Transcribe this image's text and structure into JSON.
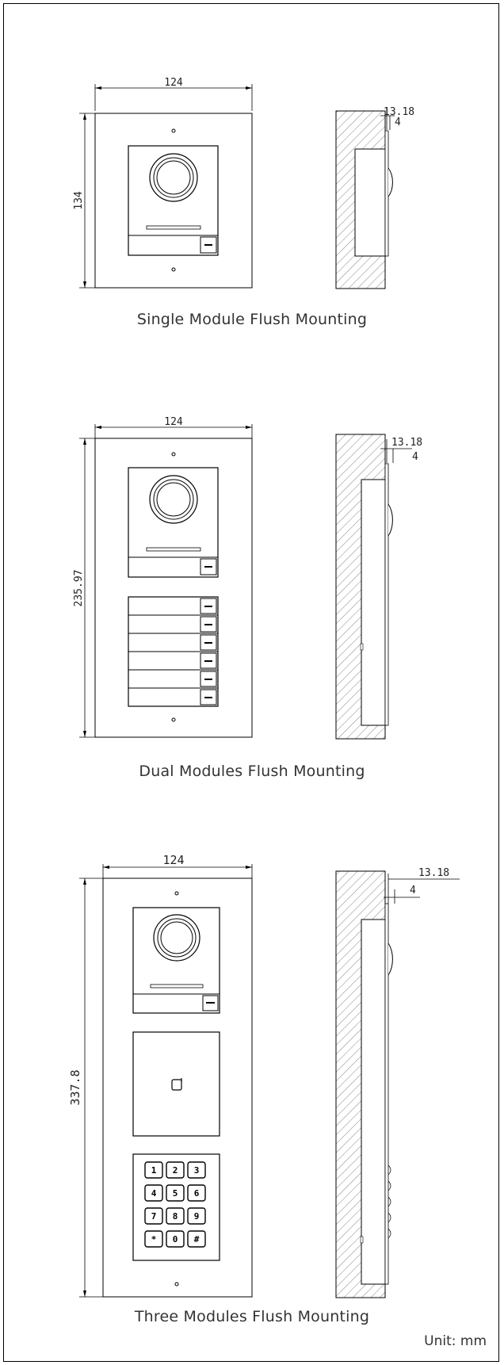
{
  "sections": [
    {
      "caption": "Single Module Flush Mounting",
      "width_label": "124",
      "height_label": "134",
      "depth_label": "13.18",
      "protrusion_label": "4"
    },
    {
      "caption": "Dual Modules Flush Mounting",
      "width_label": "124",
      "height_label": "235.97",
      "depth_label": "13.18",
      "protrusion_label": "4"
    },
    {
      "caption": "Three Modules Flush Mounting",
      "width_label": "124",
      "height_label": "337.8",
      "depth_label": "13.18",
      "protrusion_label": "4"
    }
  ],
  "keypad_keys": [
    "1",
    "2",
    "3",
    "4",
    "5",
    "6",
    "7",
    "8",
    "9",
    "*",
    "0",
    "#"
  ],
  "unit_label": "Unit: mm",
  "colors": {
    "line": "#000000",
    "module_fill": "#ffffff",
    "hatch": "#555555"
  }
}
